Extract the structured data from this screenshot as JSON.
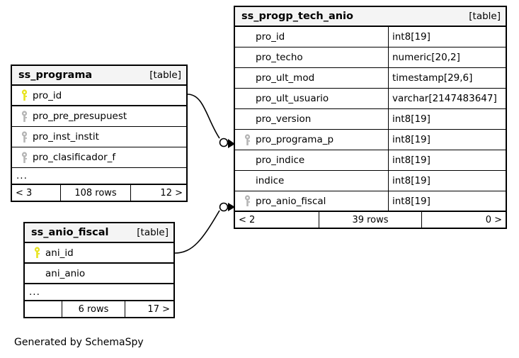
{
  "diagram": {
    "credit": "Generated by SchemaSpy",
    "table_tag": "[table]",
    "ellipsis": "...",
    "key_colors": {
      "primary": "#e8e31e",
      "foreign": "#b5b5b5"
    }
  },
  "tables": [
    {
      "id": "progp",
      "name": "ss_progp_tech_anio",
      "tag": "[table]",
      "columns": [
        {
          "name": "pro_id",
          "type": "int8[19]",
          "key": "none"
        },
        {
          "name": "pro_techo",
          "type": "numeric[20,2]",
          "key": "none"
        },
        {
          "name": "pro_ult_mod",
          "type": "timestamp[29,6]",
          "key": "none"
        },
        {
          "name": "pro_ult_usuario",
          "type": "varchar[2147483647]",
          "key": "none"
        },
        {
          "name": "pro_version",
          "type": "int8[19]",
          "key": "none"
        },
        {
          "name": "pro_programa_p",
          "type": "int8[19]",
          "key": "foreign"
        },
        {
          "name": "pro_indice",
          "type": "int8[19]",
          "key": "none"
        },
        {
          "name": "indice",
          "type": "int8[19]",
          "key": "none"
        },
        {
          "name": "pro_anio_fiscal",
          "type": "int8[19]",
          "key": "foreign"
        }
      ],
      "has_ellipsis": false,
      "footer": {
        "left": "< 2",
        "middle": "39 rows",
        "right": "0 >"
      }
    },
    {
      "id": "programa",
      "name": "ss_programa",
      "tag": "[table]",
      "columns": [
        {
          "name": "pro_id",
          "type": "",
          "key": "primary"
        },
        {
          "name": "pro_pre_presupuest",
          "type": "",
          "key": "foreign"
        },
        {
          "name": "pro_inst_instit",
          "type": "",
          "key": "foreign"
        },
        {
          "name": "pro_clasificador_f",
          "type": "",
          "key": "foreign"
        }
      ],
      "has_ellipsis": true,
      "footer": {
        "left": "< 3",
        "middle": "108 rows",
        "right": "12 >"
      }
    },
    {
      "id": "anio",
      "name": "ss_anio_fiscal",
      "tag": "[table]",
      "columns": [
        {
          "name": "ani_id",
          "type": "",
          "key": "primary"
        },
        {
          "name": "ani_anio",
          "type": "",
          "key": "none"
        }
      ],
      "has_ellipsis": true,
      "footer": {
        "left": "",
        "middle": "6 rows",
        "right": "17 >"
      }
    }
  ],
  "relationships": [
    {
      "from": "ss_programa.pro_id",
      "to": "ss_progp_tech_anio.pro_programa_p"
    },
    {
      "from": "ss_anio_fiscal.ani_id",
      "to": "ss_progp_tech_anio.pro_anio_fiscal"
    }
  ]
}
